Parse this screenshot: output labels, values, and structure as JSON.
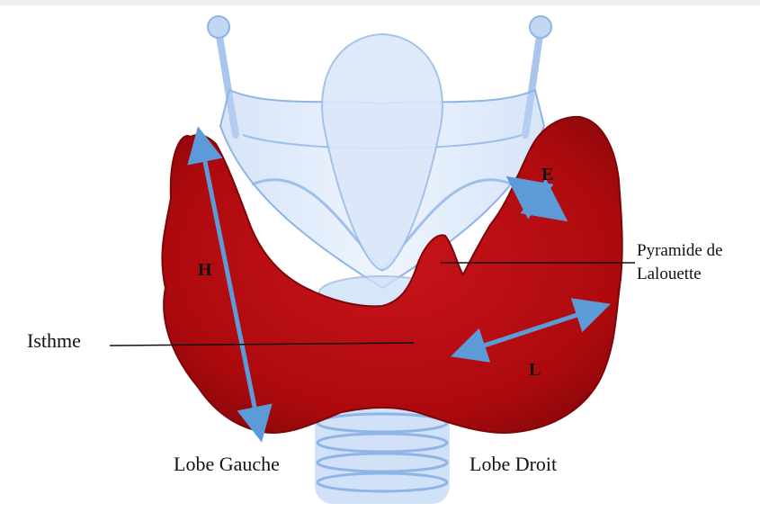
{
  "diagram": {
    "labels": {
      "pyramid_line1": "Pyramide de",
      "pyramid_line2": "Lalouette",
      "isthmus": "Isthme",
      "left_lobe": "Lobe Gauche",
      "right_lobe": "Lobe Droit",
      "height": "H",
      "thickness": "E",
      "width": "L"
    },
    "colors": {
      "thyroid": "#b50c0e",
      "thyroid_dark": "#7e0608",
      "cartilage": "#d9e8fb",
      "cartilage_edge": "#8fb4e6",
      "measure_arrow": "#5c9ad8",
      "leader_line": "#111111"
    }
  }
}
